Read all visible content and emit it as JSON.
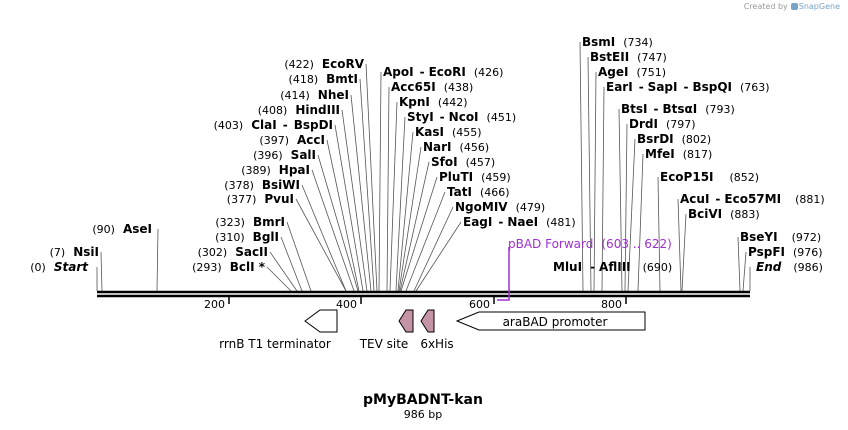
{
  "credit": {
    "prefix": "Created by",
    "brand": "SnapGene"
  },
  "plasmid": {
    "name": "pMyBADNT-kan",
    "length_label": "986 bp"
  },
  "ticks": [
    "200",
    "400",
    "600",
    "800"
  ],
  "left_labels": [
    {
      "pos": "(422)",
      "name": "EcoRV"
    },
    {
      "pos": "(418)",
      "name": "BmtI"
    },
    {
      "pos": "(414)",
      "name": "NheI"
    },
    {
      "pos": "(408)",
      "name": "HindIII"
    },
    {
      "pos": "(403)",
      "name": "ClaI",
      "sep": "-",
      "name2": "BspDI"
    },
    {
      "pos": "(397)",
      "name": "AccI"
    },
    {
      "pos": "(396)",
      "name": "SalI"
    },
    {
      "pos": "(389)",
      "name": "HpaI"
    },
    {
      "pos": "(378)",
      "name": "BsiWI"
    },
    {
      "pos": "(377)",
      "name": "PvuI"
    },
    {
      "pos": "(90)",
      "name": "AseI"
    },
    {
      "pos": "(323)",
      "name": "BmrI"
    },
    {
      "pos": "(310)",
      "name": "BglI"
    },
    {
      "pos": "(7)",
      "name": "NsiI"
    },
    {
      "pos": "(302)",
      "name": "SacII"
    },
    {
      "pos": "(0)",
      "name": "Start"
    },
    {
      "pos": "(293)",
      "name": "BclI *"
    }
  ],
  "mid_labels": [
    {
      "name": "ApoI",
      "sep": "-",
      "name2": "EcoRI",
      "pos": "(426)"
    },
    {
      "name": "Acc65I",
      "pos": "(438)"
    },
    {
      "name": "KpnI",
      "pos": "(442)"
    },
    {
      "name": "StyI",
      "sep": "-",
      "name2": "NcoI",
      "pos": "(451)"
    },
    {
      "name": "KasI",
      "pos": "(455)"
    },
    {
      "name": "NarI",
      "pos": "(456)"
    },
    {
      "name": "SfoI",
      "pos": "(457)"
    },
    {
      "name": "PluTI",
      "pos": "(459)"
    },
    {
      "name": "TatI",
      "pos": "(466)"
    },
    {
      "name": "NgoMIV",
      "pos": "(479)"
    },
    {
      "name": "EagI",
      "sep": "-",
      "name2": "NaeI",
      "pos": "(481)"
    }
  ],
  "right_labels": [
    {
      "name": "BsmI",
      "pos": "(734)"
    },
    {
      "name": "BstEII",
      "pos": "(747)"
    },
    {
      "name": "AgeI",
      "pos": "(751)"
    },
    {
      "name": "EarI",
      "sep": "-",
      "name2": "SapI",
      "sep2": "-",
      "name3": "BspQI",
      "pos": "(763)"
    },
    {
      "name": "BtsI",
      "sep": "-",
      "name2": "BtsαI",
      "pos": "(793)"
    },
    {
      "name": "DrdI",
      "pos": "(797)"
    },
    {
      "name": "BsrDI",
      "pos": "(802)"
    },
    {
      "name": "MfeI",
      "pos": "(817)"
    },
    {
      "name": "EcoP15I",
      "pos": "(852)"
    },
    {
      "name": "AcuI",
      "sep": "-",
      "name2": "Eco57MI",
      "pos": "(881)"
    },
    {
      "name": "BciVI",
      "pos": "(883)"
    },
    {
      "name": "BseYI",
      "pos": "(972)"
    },
    {
      "name": "PspFI",
      "pos": "(976)"
    },
    {
      "name": "End",
      "pos": "(986)"
    },
    {
      "name": "MluI",
      "sep": "-",
      "name2": "AflIII",
      "pos": "(690)"
    }
  ],
  "primer": {
    "name": "pBAD Forward",
    "range": "(603 .. 622)",
    "color": "#a12fcf"
  },
  "features": [
    {
      "name": "rrnB T1 terminator",
      "color": "#ffffff"
    },
    {
      "name": "TEV site",
      "color": "#c493a6"
    },
    {
      "name": "6xHis",
      "color": "#c493a6"
    },
    {
      "name": "araBAD promoter",
      "color": "#ffffff"
    }
  ]
}
